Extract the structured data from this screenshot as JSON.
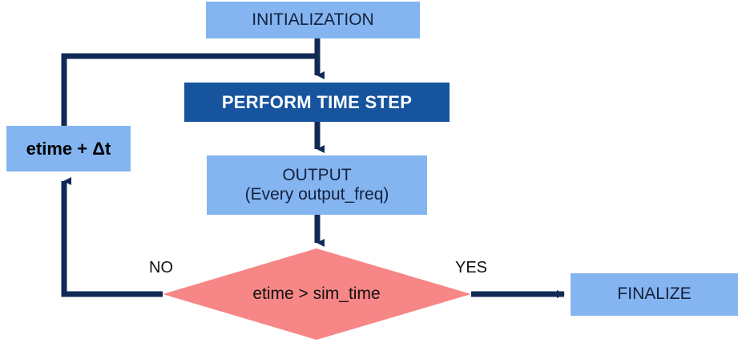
{
  "diagram": {
    "title": "Simulation time-stepping flowchart",
    "type": "flowchart",
    "colors": {
      "node_light_fill": "#84b5f0",
      "node_dark_fill": "#17549e",
      "decision_fill": "#f78686",
      "connector": "#112a55",
      "text_dark": "#14213d",
      "text_light": "#ffffff"
    },
    "nodes": {
      "initialization": {
        "label": "INITIALIZATION",
        "shape": "rectangle",
        "style": "light"
      },
      "perform_time_step": {
        "label": "PERFORM TIME STEP",
        "shape": "rectangle",
        "style": "dark"
      },
      "output": {
        "line1": "OUTPUT",
        "line2": "(Every output_freq)",
        "shape": "rectangle",
        "style": "light"
      },
      "decision": {
        "label": "etime > sim_time",
        "shape": "diamond",
        "style": "decision"
      },
      "increment": {
        "label": "etime + Δt",
        "shape": "rectangle",
        "style": "light"
      },
      "finalize": {
        "label": "FINALIZE",
        "shape": "rectangle",
        "style": "light"
      }
    },
    "edge_labels": {
      "no": "NO",
      "yes": "YES"
    }
  }
}
